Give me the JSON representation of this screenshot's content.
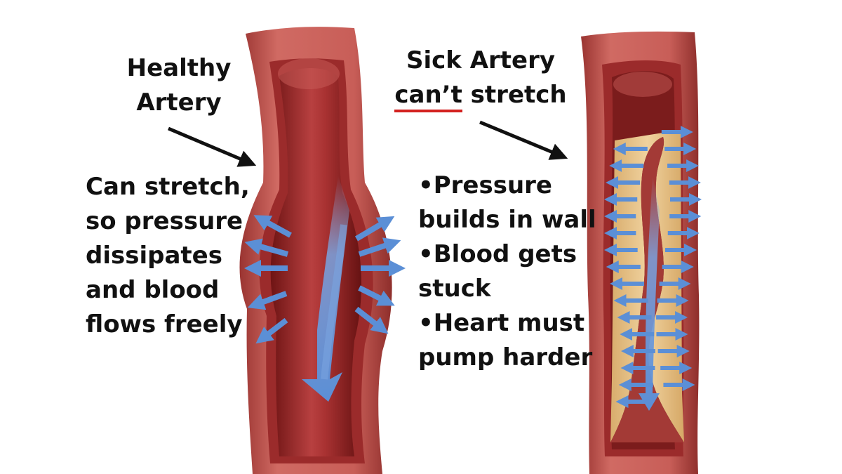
{
  "healthy": {
    "title_lines": [
      "Healthy",
      "Artery"
    ],
    "caption_lines": [
      "Can stretch,",
      "so pressure",
      "dissipates",
      "and blood",
      "flows freely"
    ]
  },
  "sick": {
    "title_line1": "Sick Artery",
    "title_line2_emphasis": "can’t",
    "title_line2_rest": " stretch",
    "bullets": [
      "•Pressure",
      "builds in wall",
      "•Blood gets",
      "stuck",
      "•Heart must",
      "pump harder"
    ]
  },
  "colors": {
    "artery_outer": "#b84a47",
    "artery_lumen": "#8f1f1f",
    "artery_inner": "#a83434",
    "plaque": "#e9c48a",
    "arrow_blue": "#5b8fd6",
    "text": "#111111",
    "underline": "#d3211f"
  },
  "icons": [
    "healthy-artery-illustration",
    "sick-artery-illustration",
    "pressure-arrow-icon",
    "pointer-arrow-icon"
  ]
}
